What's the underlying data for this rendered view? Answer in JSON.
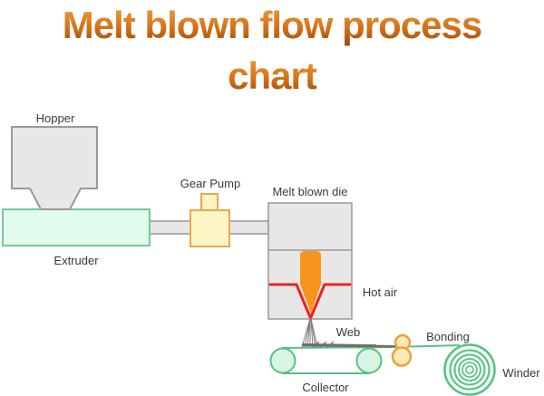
{
  "title": {
    "line1": "Melt blown flow process",
    "line2": "chart"
  },
  "labels": {
    "hopper": "Hopper",
    "extruder": "Extruder",
    "gear_pump": "Gear Pump",
    "melt_blown_die": "Melt blown die",
    "hot_air": "Hot air",
    "web": "Web",
    "bonding": "Bonding",
    "collector": "Collector",
    "winder": "Winder"
  },
  "colors": {
    "title_orange_light": "#f5a844",
    "title_orange": "#d4711a",
    "title_orange_dark": "#8a4105",
    "machine_fill": "#e7e7e7",
    "machine_stroke": "#999999",
    "extruder_fill": "#e1fbec",
    "extruder_stroke": "#74c99a",
    "pump_fill": "#fdf5c4",
    "pump_stroke": "#eda64f",
    "nozzle_orange": "#f7941d",
    "hot_air_red": "#e8251f",
    "web_gray": "#6f6f6f",
    "conveyor_green": "#56c085",
    "roller_fill": "#d9f6e3",
    "bonding_fill": "#fbe9b4",
    "bonding_stroke": "#e8a33c",
    "winder_green": "#56c085",
    "winder_fill": "#f0fbf5",
    "label_color": "#3a3a3a"
  }
}
